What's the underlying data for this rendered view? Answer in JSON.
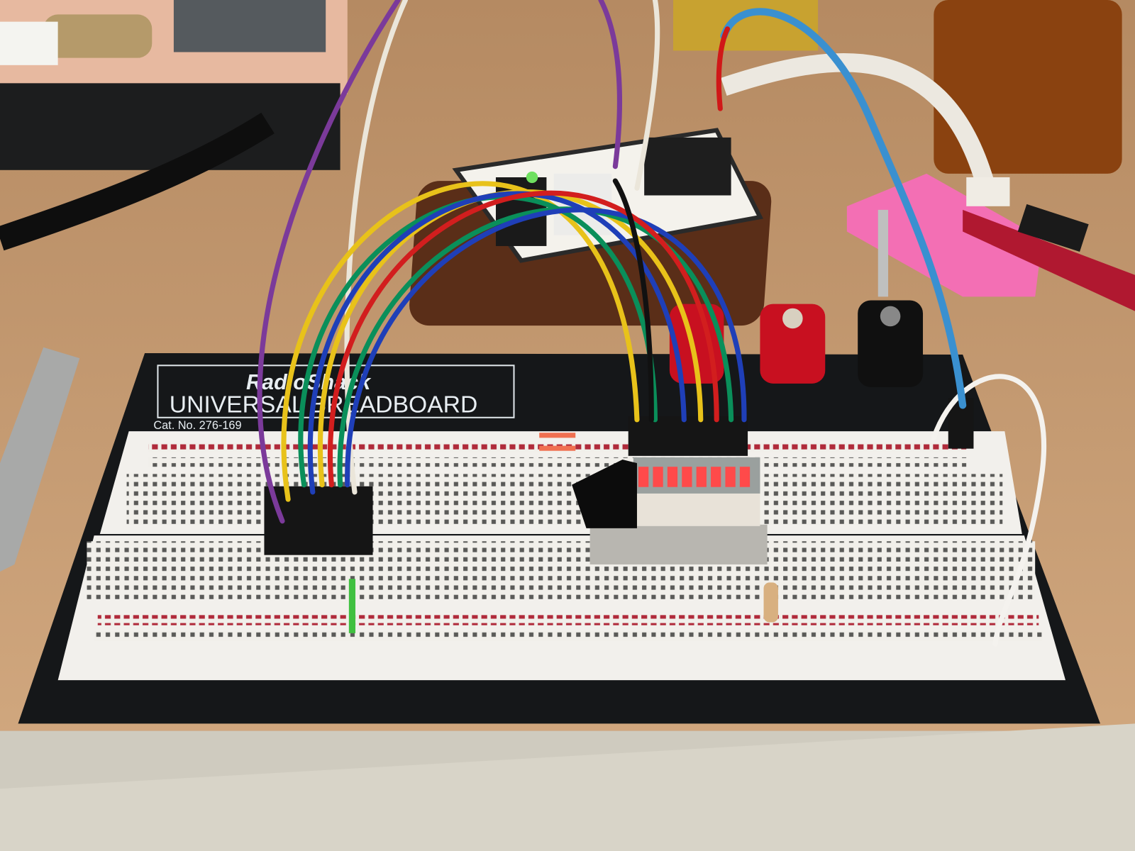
{
  "breadboard": {
    "brand": "RadioShack",
    "product": "UNIVERSAL BREADBOARD",
    "catalog": "Cat. No. 276-169"
  },
  "led_bar": {
    "segments_lit": 8,
    "lit_color": "#ff4a4a"
  },
  "colors": {
    "desk": "#c79f76",
    "board_base": "#151719",
    "breadboard": "#f2f0ec",
    "rail_stripe": "#b5323f",
    "wires": [
      "#7b3a9a",
      "#e8c21a",
      "#0a8f5a",
      "#1f3fb8",
      "#d21e1e",
      "#111111",
      "#e8e4dc"
    ]
  }
}
